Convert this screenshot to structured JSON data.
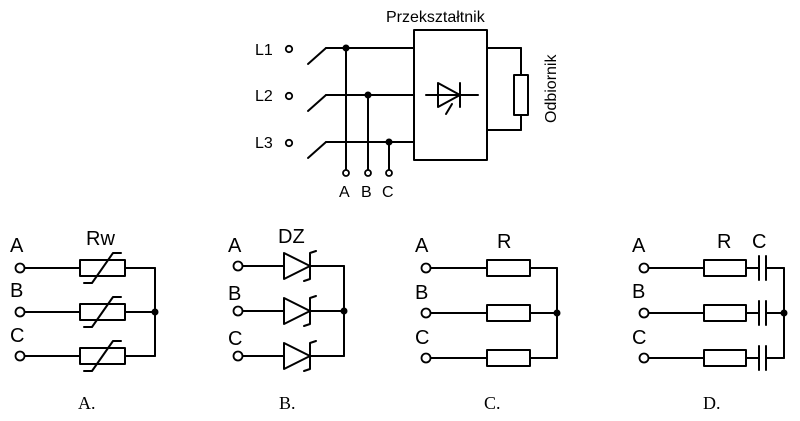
{
  "top": {
    "converter_label": "Przekształtnik",
    "load_label": "Odbiornik",
    "lines": [
      "L1",
      "L2",
      "L3"
    ],
    "outputs": [
      "A",
      "B",
      "C"
    ]
  },
  "variants": [
    {
      "caption": "A.",
      "element_label": "Rw",
      "terminals": [
        "A",
        "B",
        "C"
      ]
    },
    {
      "caption": "B.",
      "element_label": "DZ",
      "terminals": [
        "A",
        "B",
        "C"
      ]
    },
    {
      "caption": "C.",
      "element_label": "R",
      "terminals": [
        "A",
        "B",
        "C"
      ]
    },
    {
      "caption": "D.",
      "element_label_1": "R",
      "element_label_2": "C",
      "terminals": [
        "A",
        "B",
        "C"
      ]
    }
  ]
}
